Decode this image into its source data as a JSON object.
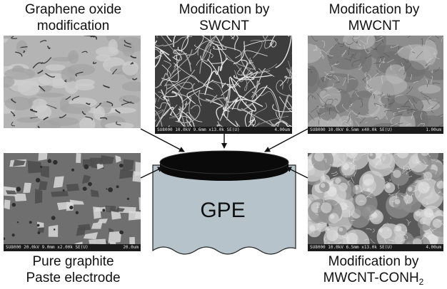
{
  "labels": {
    "graphene_oxide": [
      "Graphene oxide",
      "modification"
    ],
    "swcnt": [
      "Modification by",
      "SWCNT"
    ],
    "mwcnt": [
      "Modification by",
      "MWCNT"
    ],
    "pure_graphite": [
      "Pure graphite",
      "Paste electrode"
    ],
    "mwcnt_conh2": {
      "line1": "Modification by",
      "line2_main": "MWCNT-CONH",
      "line2_sub": "2"
    }
  },
  "electrode": {
    "label": "GPE"
  },
  "micrographs": {
    "graphene_oxide": {
      "info": "",
      "scale": ""
    },
    "swcnt": {
      "info": "SU8000 10.0kV 9.6mm x13.0k SE(U)",
      "scale": "4.00um"
    },
    "mwcnt": {
      "info": "SU8000 10.0kV 6.5mm x40.0k SE(U)",
      "scale": "1.00um"
    },
    "pure_graphite": {
      "info": "SU8000 20.0kV 9.0mm x2.00k SE(U)",
      "scale": "20.0um"
    },
    "mwcnt_conh2": {
      "info": "SU8000 10.0kV 6.5mm x13.0k SE(U)",
      "scale": "4.00um"
    }
  },
  "colors": {
    "electrode_top": "#0a0a0a",
    "electrode_body": "#b7c3ca",
    "electrode_edge": "#222222",
    "arrow": "#111111"
  }
}
